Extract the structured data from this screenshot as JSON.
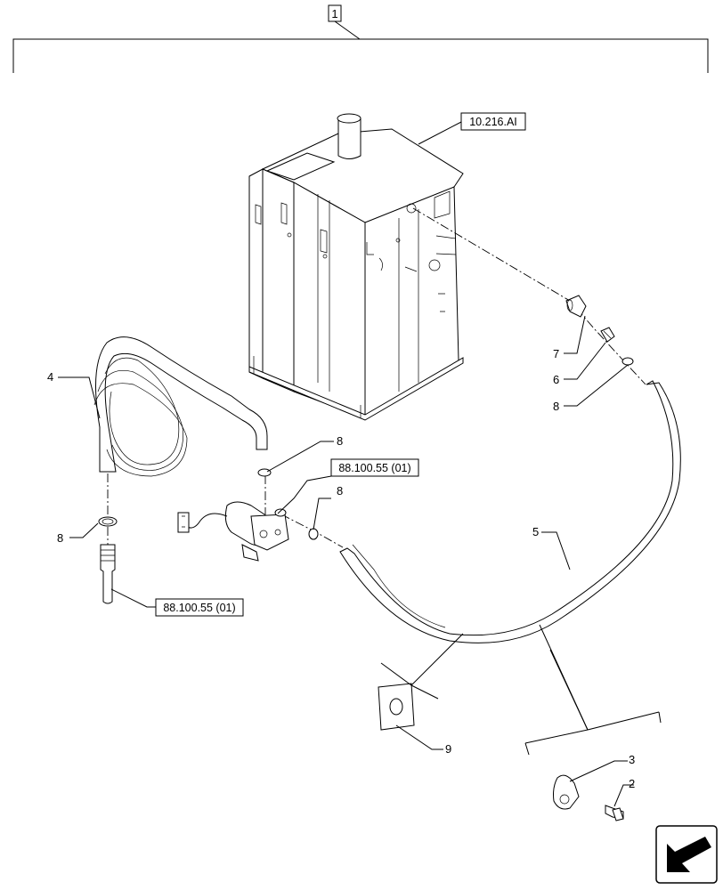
{
  "group_label": "1",
  "refs": {
    "tank_ref": "10.216.AI",
    "pump_ref": "88.100.55 (01)",
    "fitting_ref": "88.100.55 (01)"
  },
  "callouts": {
    "c2": "2",
    "c3": "3",
    "c4": "4",
    "c5": "5",
    "c6": "6",
    "c7": "7",
    "c8a": "8",
    "c8b": "8",
    "c8c": "8",
    "c8d": "8",
    "c9": "9"
  },
  "icons": {
    "nav": "arrow-bottom-left-icon"
  }
}
